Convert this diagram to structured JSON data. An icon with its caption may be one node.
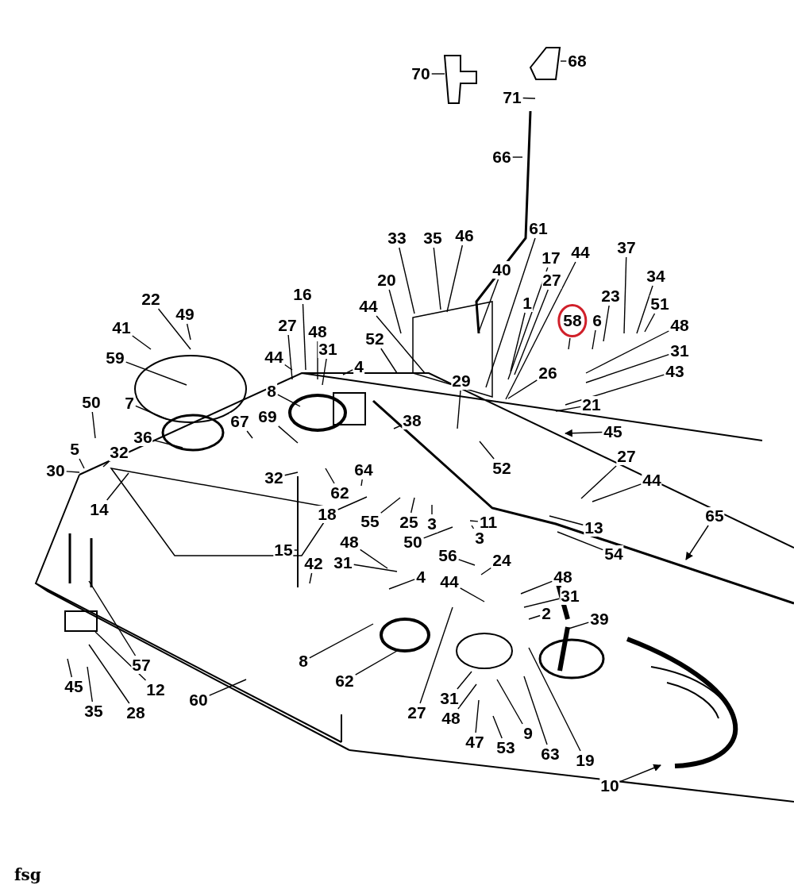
{
  "diagram": {
    "nodes": [
      {
        "text": [
          "68"
        ]
      },
      {
        "text": [
          "70"
        ]
      },
      {
        "text": [
          "71"
        ]
      },
      {
        "text": [
          "66"
        ]
      },
      {
        "text": [
          "61"
        ]
      },
      {
        "text": [
          "46"
        ]
      },
      {
        "text": [
          "33"
        ]
      },
      {
        "text": [
          "35"
        ]
      },
      {
        "text": [
          "37"
        ]
      },
      {
        "text": [
          "44"
        ]
      },
      {
        "text": [
          "17"
        ]
      },
      {
        "text": [
          "40"
        ]
      },
      {
        "text": [
          "34"
        ]
      },
      {
        "text": [
          "20"
        ]
      },
      {
        "text": [
          "27"
        ]
      },
      {
        "text": [
          "16"
        ]
      },
      {
        "text": [
          "23"
        ]
      },
      {
        "text": [
          "22"
        ]
      },
      {
        "text": [
          "1"
        ]
      },
      {
        "text": [
          "51"
        ]
      },
      {
        "text": [
          "44"
        ]
      },
      {
        "text": [
          "49"
        ]
      },
      {
        "text": [
          "58"
        ]
      },
      {
        "text": [
          "6"
        ]
      },
      {
        "text": [
          "27"
        ]
      },
      {
        "text": [
          "48"
        ]
      },
      {
        "text": [
          "41"
        ]
      },
      {
        "text": [
          "52"
        ]
      },
      {
        "text": [
          "48"
        ]
      },
      {
        "text": [
          "31"
        ]
      },
      {
        "text": [
          "31"
        ]
      },
      {
        "text": [
          "44"
        ]
      },
      {
        "text": [
          "59"
        ]
      },
      {
        "text": [
          "4"
        ]
      },
      {
        "text": [
          "26"
        ]
      },
      {
        "text": [
          "43"
        ]
      },
      {
        "text": [
          "29"
        ]
      },
      {
        "text": [
          "8"
        ]
      },
      {
        "text": [
          "50"
        ]
      },
      {
        "text": [
          "7"
        ]
      },
      {
        "text": [
          "21"
        ]
      },
      {
        "text": [
          "69"
        ]
      },
      {
        "text": [
          "38"
        ]
      },
      {
        "text": [
          "67"
        ]
      },
      {
        "text": [
          "45"
        ]
      },
      {
        "text": [
          "36"
        ]
      },
      {
        "text": [
          "5"
        ]
      },
      {
        "text": [
          "32"
        ]
      },
      {
        "text": [
          "27"
        ]
      },
      {
        "text": [
          "30"
        ]
      },
      {
        "text": [
          "52"
        ]
      },
      {
        "text": [
          "64"
        ]
      },
      {
        "text": [
          "32"
        ]
      },
      {
        "text": [
          "44"
        ]
      },
      {
        "text": [
          "14"
        ]
      },
      {
        "text": [
          "62"
        ]
      },
      {
        "text": [
          "18"
        ]
      },
      {
        "text": [
          "65"
        ]
      },
      {
        "text": [
          "55"
        ]
      },
      {
        "text": [
          "25"
        ]
      },
      {
        "text": [
          "11"
        ]
      },
      {
        "text": [
          "3"
        ]
      },
      {
        "text": [
          "13"
        ]
      },
      {
        "text": [
          "3"
        ]
      },
      {
        "text": [
          "50"
        ]
      },
      {
        "text": [
          "48"
        ]
      },
      {
        "text": [
          "15"
        ]
      },
      {
        "text": [
          "54"
        ]
      },
      {
        "text": [
          "56"
        ]
      },
      {
        "text": [
          "24"
        ]
      },
      {
        "text": [
          "31"
        ]
      },
      {
        "text": [
          "42"
        ]
      },
      {
        "text": [
          "4"
        ]
      },
      {
        "text": [
          "48"
        ]
      },
      {
        "text": [
          "44"
        ]
      },
      {
        "text": [
          "31"
        ]
      },
      {
        "text": [
          "2"
        ]
      },
      {
        "text": [
          "39"
        ]
      },
      {
        "text": [
          "8"
        ]
      },
      {
        "text": [
          "57"
        ]
      },
      {
        "text": [
          "62"
        ]
      },
      {
        "text": [
          "45"
        ]
      },
      {
        "text": [
          "12"
        ]
      },
      {
        "text": [
          "31"
        ]
      },
      {
        "text": [
          "60"
        ]
      },
      {
        "text": [
          "35"
        ]
      },
      {
        "text": [
          "28"
        ]
      },
      {
        "text": [
          "27"
        ]
      },
      {
        "text": [
          "48"
        ]
      },
      {
        "text": [
          "9"
        ]
      },
      {
        "text": [
          "47"
        ]
      },
      {
        "text": [
          "53"
        ]
      },
      {
        "text": [
          "63"
        ]
      },
      {
        "text": [
          "19"
        ]
      },
      {
        "text": [
          "10"
        ]
      }
    ],
    "edges": [
      {
        "from": 0,
        "to": null,
        "arrow": "none"
      },
      {
        "from": 1,
        "to": null,
        "arrow": "none"
      },
      {
        "from": 2,
        "to": null,
        "arrow": "none"
      },
      {
        "from": 3,
        "to": null,
        "arrow": "none"
      },
      {
        "from": 4,
        "to": null,
        "arrow": "none"
      },
      {
        "from": 5,
        "to": null,
        "arrow": "none"
      },
      {
        "from": 6,
        "to": null,
        "arrow": "none"
      },
      {
        "from": 7,
        "to": null,
        "arrow": "none"
      },
      {
        "from": 8,
        "to": null,
        "arrow": "none"
      },
      {
        "from": 9,
        "to": null,
        "arrow": "none"
      },
      {
        "from": 10,
        "to": null,
        "arrow": "none"
      },
      {
        "from": 11,
        "to": null,
        "arrow": "none"
      },
      {
        "from": 12,
        "to": null,
        "arrow": "none"
      },
      {
        "from": 13,
        "to": null,
        "arrow": "none"
      },
      {
        "from": 14,
        "to": null,
        "arrow": "none"
      },
      {
        "from": 15,
        "to": null,
        "arrow": "none"
      },
      {
        "from": 16,
        "to": null,
        "arrow": "none"
      },
      {
        "from": 17,
        "to": null,
        "arrow": "none"
      },
      {
        "from": 18,
        "to": null,
        "arrow": "none"
      },
      {
        "from": 19,
        "to": null,
        "arrow": "none"
      },
      {
        "from": 20,
        "to": null,
        "arrow": "none"
      },
      {
        "from": 21,
        "to": null,
        "arrow": "none"
      },
      {
        "from": 22,
        "to": null,
        "arrow": "none"
      },
      {
        "from": 23,
        "to": null,
        "arrow": "none"
      },
      {
        "from": 24,
        "to": null,
        "arrow": "none"
      },
      {
        "from": 25,
        "to": null,
        "arrow": "none"
      },
      {
        "from": 26,
        "to": null,
        "arrow": "none"
      },
      {
        "from": 27,
        "to": null,
        "arrow": "none"
      },
      {
        "from": 28,
        "to": null,
        "arrow": "none"
      },
      {
        "from": 29,
        "to": null,
        "arrow": "none"
      },
      {
        "from": 30,
        "to": null,
        "arrow": "none"
      },
      {
        "from": 31,
        "to": null,
        "arrow": "none"
      },
      {
        "from": 32,
        "to": null,
        "arrow": "none"
      },
      {
        "from": 33,
        "to": null,
        "arrow": "none"
      },
      {
        "from": 34,
        "to": null,
        "arrow": "none"
      },
      {
        "from": 35,
        "to": null,
        "arrow": "none"
      },
      {
        "from": 36,
        "to": null,
        "arrow": "none"
      },
      {
        "from": 37,
        "to": null,
        "arrow": "none"
      },
      {
        "from": 38,
        "to": null,
        "arrow": "none"
      },
      {
        "from": 39,
        "to": null,
        "arrow": "none"
      },
      {
        "from": 40,
        "to": null,
        "arrow": "none"
      },
      {
        "from": 41,
        "to": null,
        "arrow": "none"
      },
      {
        "from": 42,
        "to": null,
        "arrow": "none"
      },
      {
        "from": 43,
        "to": null,
        "arrow": "none"
      },
      {
        "from": 44,
        "to": null,
        "arrow": "to"
      },
      {
        "from": 45,
        "to": null,
        "arrow": "none"
      },
      {
        "from": 46,
        "to": null,
        "arrow": "none"
      },
      {
        "from": 47,
        "to": null,
        "arrow": "none"
      },
      {
        "from": 48,
        "to": null,
        "arrow": "none"
      },
      {
        "from": 49,
        "to": null,
        "arrow": "none"
      },
      {
        "from": 50,
        "to": null,
        "arrow": "none"
      },
      {
        "from": 51,
        "to": null,
        "arrow": "none"
      },
      {
        "from": 52,
        "to": null,
        "arrow": "none"
      },
      {
        "from": 53,
        "to": null,
        "arrow": "none"
      },
      {
        "from": 54,
        "to": null,
        "arrow": "none"
      },
      {
        "from": 55,
        "to": null,
        "arrow": "none"
      },
      {
        "from": 56,
        "to": null,
        "arrow": "none"
      },
      {
        "from": 57,
        "to": null,
        "arrow": "to"
      },
      {
        "from": 58,
        "to": null,
        "arrow": "none"
      },
      {
        "from": 59,
        "to": null,
        "arrow": "none"
      },
      {
        "from": 60,
        "to": null,
        "arrow": "none"
      },
      {
        "from": 61,
        "to": null,
        "arrow": "none"
      },
      {
        "from": 62,
        "to": null,
        "arrow": "none"
      },
      {
        "from": 63,
        "to": null,
        "arrow": "none"
      },
      {
        "from": 64,
        "to": null,
        "arrow": "none"
      },
      {
        "from": 65,
        "to": null,
        "arrow": "none"
      },
      {
        "from": 66,
        "to": null,
        "arrow": "none"
      },
      {
        "from": 67,
        "to": null,
        "arrow": "none"
      },
      {
        "from": 68,
        "to": null,
        "arrow": "none"
      },
      {
        "from": 69,
        "to": null,
        "arrow": "none"
      },
      {
        "from": 70,
        "to": null,
        "arrow": "none"
      },
      {
        "from": 71,
        "to": null,
        "arrow": "none"
      },
      {
        "from": 72,
        "to": null,
        "arrow": "none"
      },
      {
        "from": 73,
        "to": null,
        "arrow": "none"
      },
      {
        "from": 74,
        "to": null,
        "arrow": "none"
      },
      {
        "from": 75,
        "to": null,
        "arrow": "none"
      },
      {
        "from": 76,
        "to": null,
        "arrow": "none"
      },
      {
        "from": 77,
        "to": null,
        "arrow": "none"
      },
      {
        "from": 78,
        "to": null,
        "arrow": "none"
      },
      {
        "from": 79,
        "to": null,
        "arrow": "none"
      },
      {
        "from": 80,
        "to": null,
        "arrow": "none"
      },
      {
        "from": 81,
        "to": null,
        "arrow": "none"
      },
      {
        "from": 82,
        "to": null,
        "arrow": "none"
      },
      {
        "from": 83,
        "to": null,
        "arrow": "none"
      },
      {
        "from": 84,
        "to": null,
        "arrow": "none"
      },
      {
        "from": 85,
        "to": null,
        "arrow": "none"
      },
      {
        "from": 86,
        "to": null,
        "arrow": "none"
      },
      {
        "from": 87,
        "to": null,
        "arrow": "none"
      },
      {
        "from": 88,
        "to": null,
        "arrow": "none"
      },
      {
        "from": 89,
        "to": null,
        "arrow": "none"
      },
      {
        "from": 90,
        "to": null,
        "arrow": "none"
      },
      {
        "from": 91,
        "to": null,
        "arrow": "none"
      },
      {
        "from": 92,
        "to": null,
        "arrow": "none"
      },
      {
        "from": 93,
        "to": null,
        "arrow": "none"
      },
      {
        "from": 94,
        "to": null,
        "arrow": "to"
      }
    ],
    "labels": [
      "fsg"
    ]
  }
}
